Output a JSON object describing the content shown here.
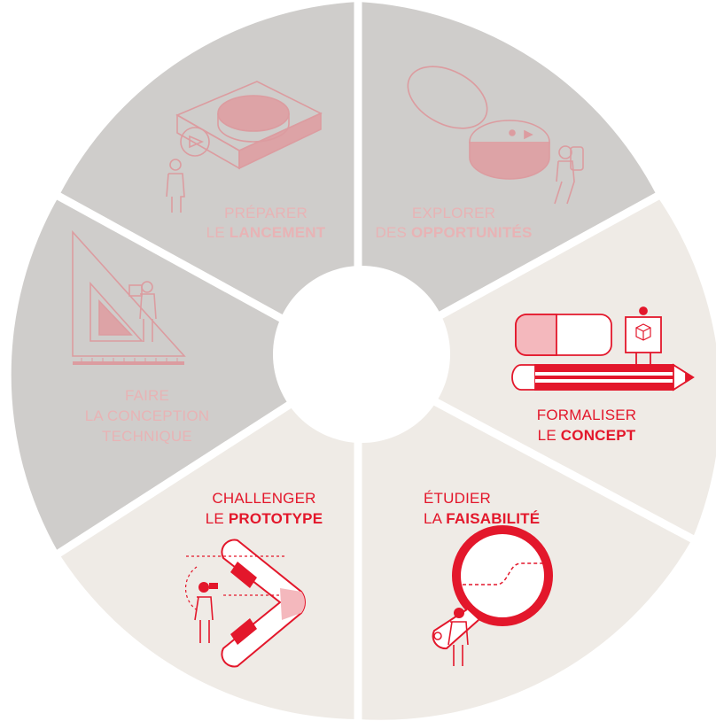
{
  "colors": {
    "inactive_fill": "#cfcdcb",
    "active_fill": "#efebe6",
    "inactive_text": "#e8b3b5",
    "active_text": "#e3172b",
    "inactive_icon": "#dc9ca0",
    "active_icon": "#e3172b",
    "divider": "#ffffff"
  },
  "segments": [
    {
      "id": "preparer",
      "state": "inactive",
      "line1": "PRÉPARER",
      "line2_prefix": "LE ",
      "line2_bold": "LANCEMENT",
      "icon": "box-and-figure-icon"
    },
    {
      "id": "explorer",
      "state": "inactive",
      "line1": "EXPLORER",
      "line2_prefix": "DES ",
      "line2_bold": "OPPORTUNITÉS",
      "icon": "compass-and-explorer-icon"
    },
    {
      "id": "formaliser",
      "state": "active",
      "line1": "FORMALISER",
      "line2_prefix": "LE ",
      "line2_bold": "CONCEPT",
      "icon": "eraser-pencil-icon"
    },
    {
      "id": "etudier",
      "state": "active",
      "line1": "ÉTUDIER",
      "line2_prefix": "LA ",
      "line2_bold": "FAISABILITÉ",
      "icon": "magnifier-icon"
    },
    {
      "id": "challenger",
      "state": "active",
      "line1": "CHALLENGER",
      "line2_prefix": "LE ",
      "line2_bold": "PROTOTYPE",
      "icon": "boomerang-icon"
    },
    {
      "id": "faire",
      "state": "inactive",
      "line1": "FAIRE",
      "line2": "LA CONCEPTION",
      "line3": "TECHNIQUE",
      "icon": "set-square-icon"
    }
  ]
}
